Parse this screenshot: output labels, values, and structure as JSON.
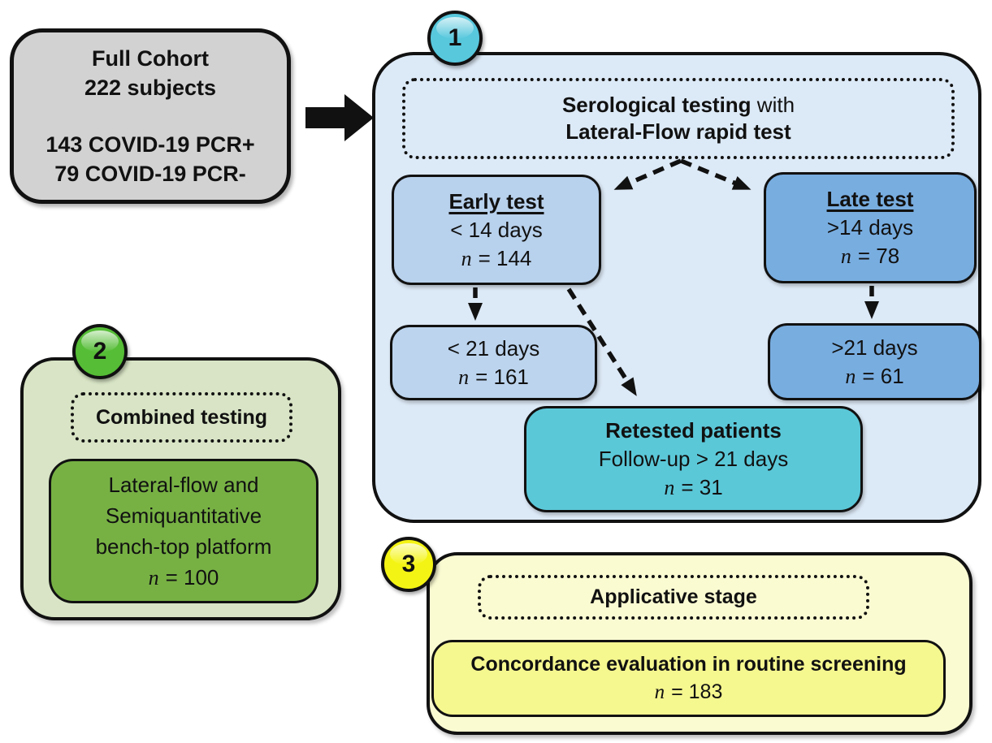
{
  "full_cohort": {
    "title": "Full Cohort",
    "subjects": "222 subjects",
    "pcr_positive": "143 COVID-19 PCR+",
    "pcr_negative": "79 COVID-19 PCR-"
  },
  "stage1": {
    "badge": "1",
    "serological_bold": "Serological testing",
    "serological_rest": " with",
    "serological_line2": "Lateral-Flow rapid test",
    "early": {
      "title": "Early test",
      "range": "< 14 days",
      "n_label": "n",
      "n_value": "= 144"
    },
    "late": {
      "title": "Late test",
      "range": ">14 days",
      "n_label": "n",
      "n_value": "= 78"
    },
    "early_followup": {
      "range": "< 21 days",
      "n_label": "n",
      "n_value": "= 161"
    },
    "late_followup": {
      "range": ">21 days",
      "n_label": "n",
      "n_value": "= 61"
    },
    "retested": {
      "title": "Retested patients",
      "range": "Follow-up > 21 days",
      "n_label": "n",
      "n_value": "= 31"
    }
  },
  "stage2": {
    "badge": "2",
    "header": "Combined testing",
    "body_line1": "Lateral-flow and",
    "body_line2": "Semiquantitative",
    "body_line3": "bench-top platform",
    "n_label": "n",
    "n_value": "= 100"
  },
  "stage3": {
    "badge": "3",
    "header": "Applicative stage",
    "body": "Concordance evaluation in routine screening",
    "n_label": "n",
    "n_value": "= 183"
  },
  "colors": {
    "cohort_fill": "#d2d2d2",
    "stage1_fill": "#dce9f6",
    "early_fill": "#b8d1ec",
    "late_fill": "#78ade0",
    "followup_early_fill": "#bcd4ee",
    "retested_fill": "#5bc8d8",
    "badge1_fill": "#58c8dd",
    "stage2_fill": "#d8e4c5",
    "stage2_inner_fill": "#77b144",
    "badge2_fill": "#55bd36",
    "stage3_fill": "#fbfbd2",
    "stage3_inner_fill": "#f5f78f",
    "badge3_fill": "#f4f414",
    "outline": "#111111"
  }
}
